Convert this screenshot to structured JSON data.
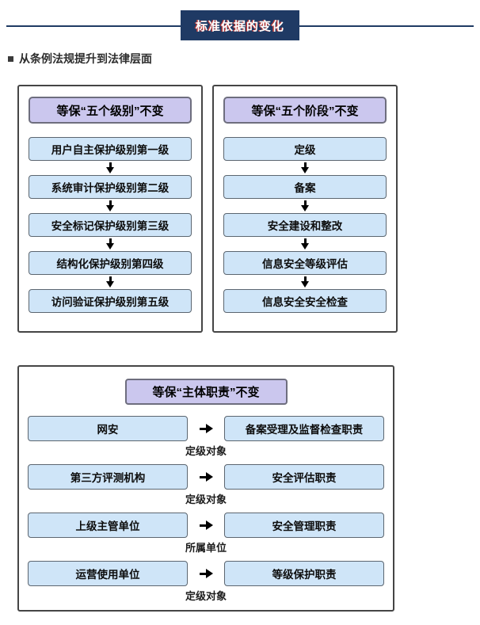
{
  "banner": {
    "title": "标准依据的变化"
  },
  "subtitle": {
    "text": "从条例法规提升到法律层面"
  },
  "colors": {
    "navy": "#1f3a64",
    "purple_fill": "#cbc7ee",
    "blue_fill": "#cfe5f8",
    "box_border": "#5c6670",
    "panel_border": "#454545",
    "banner_text": "#ffffff"
  },
  "panels": [
    {
      "header": "等保“五个级别”不变",
      "items": [
        "用户自主保护级别第一级",
        "系统审计保护级别第二级",
        "安全标记保护级别第三级",
        "结构化保护级别第四级",
        "访问验证保护级别第五级"
      ]
    },
    {
      "header": "等保“五个阶段”不变",
      "items": [
        "定级",
        "备案",
        "安全建设和整改",
        "信息安全等级评估",
        "信息安全安全检查"
      ]
    }
  ],
  "responsibility": {
    "header": "等保“主体职责”不变",
    "rows": [
      {
        "left": "网安",
        "right": "备案受理及监督检查职责",
        "caption": "定级对象"
      },
      {
        "left": "第三方评测机构",
        "right": "安全评估职责",
        "caption": "定级对象"
      },
      {
        "left": "上级主管单位",
        "right": "安全管理职责",
        "caption": "所属单位"
      },
      {
        "left": "运营使用单位",
        "right": "等级保护职责",
        "caption": "定级对象"
      }
    ]
  }
}
